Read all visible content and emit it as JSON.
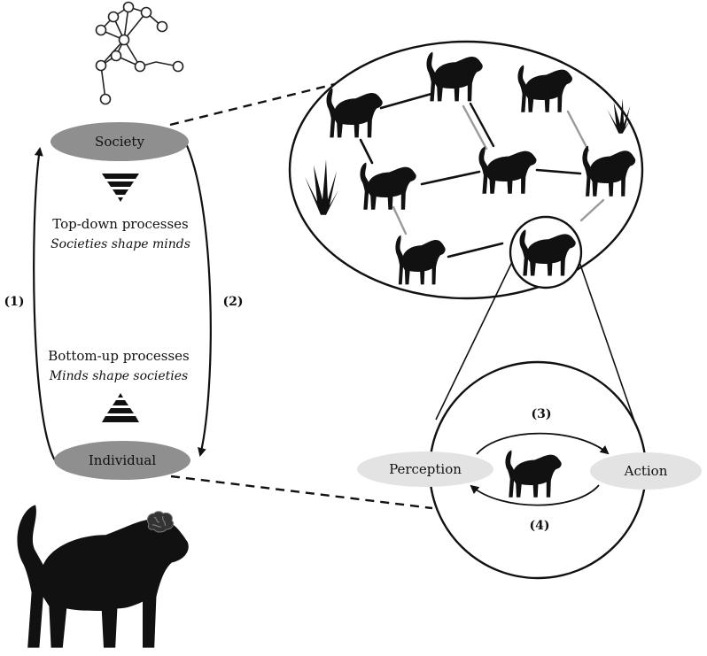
{
  "nodes": {
    "society": "Society",
    "individual": "Individual",
    "perception": "Perception",
    "action": "Action"
  },
  "processes": {
    "top_down_title": "Top-down processes",
    "top_down_sub": "Societies shape minds",
    "bottom_up_title": "Bottom-up processes",
    "bottom_up_sub": "Minds shape societies"
  },
  "arrow_labels": {
    "a1": "(1)",
    "a2": "(2)",
    "a3": "(3)",
    "a4": "(4)"
  },
  "icons": {
    "network": "network-graph-icon",
    "baboon": "baboon-silhouette-icon",
    "grass": "grass-tuft-icon",
    "brain": "brain-icon",
    "pyramid_down": "inverted-pyramid-icon",
    "pyramid_up": "pyramid-icon"
  },
  "colors": {
    "ellipse_fill": "#8f8f8f",
    "light_ellipse_fill": "#e3e3e3",
    "ink": "#111111",
    "social_link_gray": "#9a9a9a"
  }
}
